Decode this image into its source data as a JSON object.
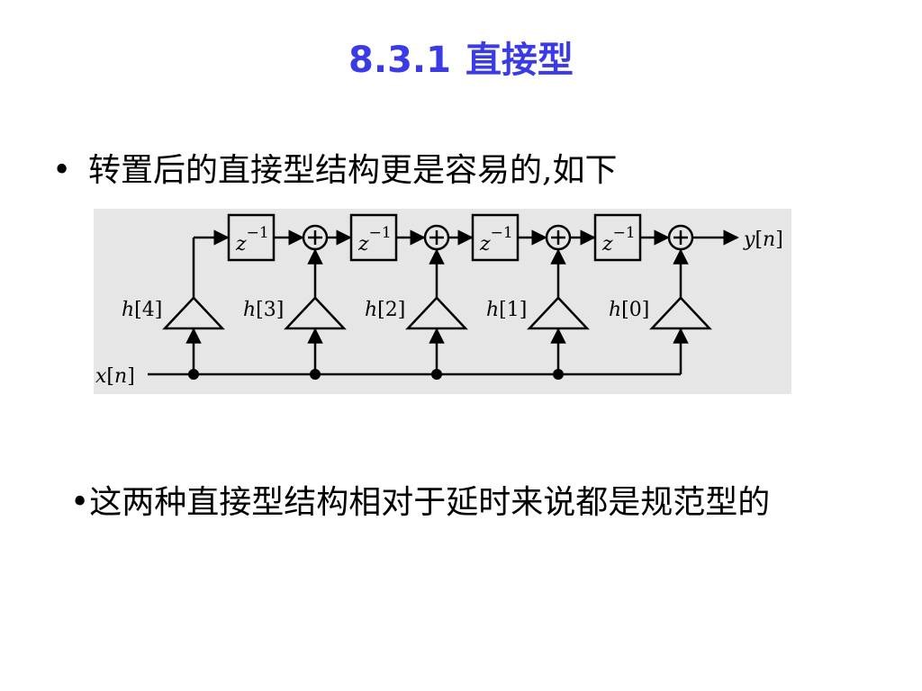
{
  "title": {
    "number": "8.3.1",
    "text": "直接型"
  },
  "bullet": {
    "marker": "•",
    "text": "转置后的直接型结构更是容易的,如下"
  },
  "figure": {
    "delay_base": "z",
    "delay_exp": "−1",
    "input_base": "x",
    "input_index": "n",
    "output_base": "y",
    "output_index": "n",
    "coefficients": [
      {
        "base": "h",
        "index": "4"
      },
      {
        "base": "h",
        "index": "3"
      },
      {
        "base": "h",
        "index": "2"
      },
      {
        "base": "h",
        "index": "1"
      },
      {
        "base": "h",
        "index": "0"
      }
    ]
  },
  "note": {
    "text": "•这两种直接型结构相对于延时来说都是规范型的"
  }
}
